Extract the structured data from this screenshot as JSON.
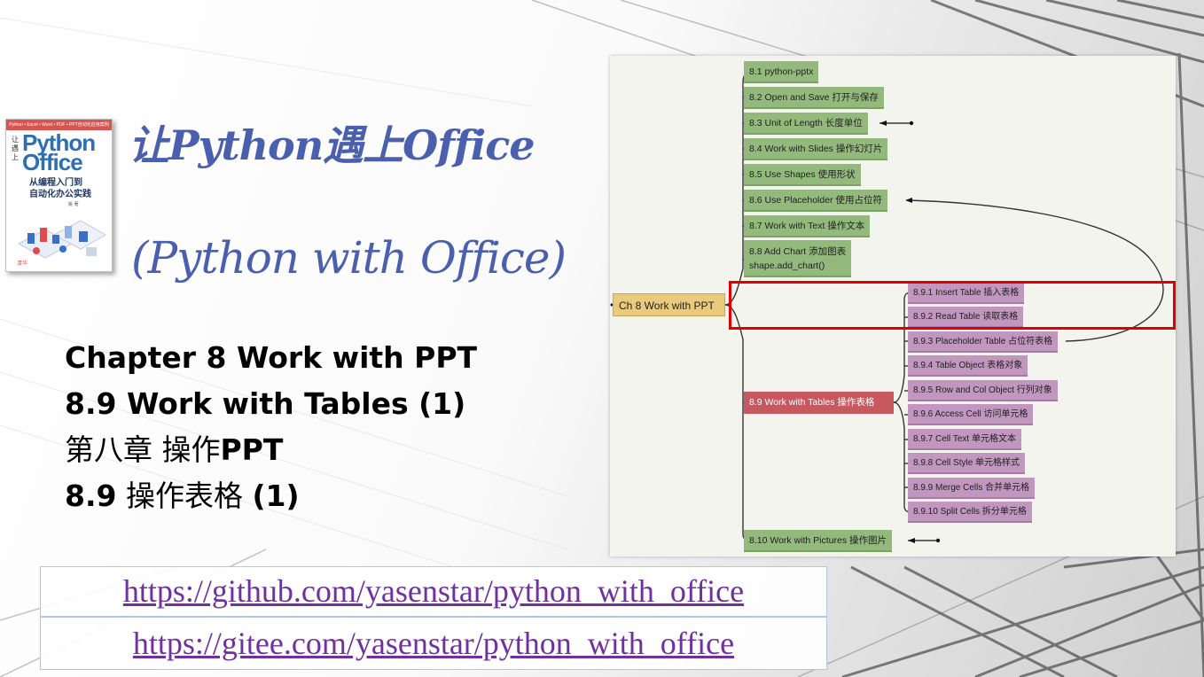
{
  "book": {
    "band": "Python • Excel • Word • PDF • PPT自动化应用案例",
    "side": "让 遇 上",
    "title_line1": "Python",
    "title_line2": "Office",
    "subtitle_line1": "从编程入门到",
    "subtitle_line2": "自动化办公实践",
    "author": "姚 著"
  },
  "title": {
    "cn": "让Python遇上Office",
    "en": "(Python with Office)"
  },
  "chapter": {
    "line1": "Chapter 8 Work with PPT",
    "line2": "8.9 Work with Tables (1)",
    "line3_prefix": "第八章 操作",
    "line3_bold": "PPT",
    "line4_prefix": "8.9",
    "line4_text": " 操作表格 ",
    "line4_suffix": "(1)"
  },
  "links": {
    "github": "https://github.com/yasenstar/python_with_office",
    "gitee": "https://gitee.com/yasenstar/python_with_office"
  },
  "mindmap": {
    "root": "Ch 8 Work with PPT",
    "sections": [
      "8.1 python-pptx",
      "8.2 Open and Save 打开与保存",
      "8.3 Unit of Length 长度单位",
      "8.4 Work with Slides 操作幻灯片",
      "8.5 Use Shapes 使用形状",
      "8.6 Use Placeholder 使用占位符",
      "8.7 Work with Text 操作文本",
      "8.8 Add Chart 添加图表",
      "8.10 Work with Pictures 操作图片"
    ],
    "section_8_8_extra": "shape.add_chart()",
    "tables_section": "8.9 Work with Tables 操作表格",
    "table_items": [
      "8.9.1 Insert Table 插入表格",
      "8.9.2 Read Table 读取表格",
      "8.9.3 Placeholder Table 占位符表格",
      "8.9.4 Table Object 表格对象",
      "8.9.5 Row and Col Object 行列对象",
      "8.9.6 Access Cell 访问单元格",
      "8.9.7 Cell Text 单元格文本",
      "8.9.8 Cell Style 单元格样式",
      "8.9.9 Merge Cells 合并单元格",
      "8.9.10 Split Cells 拆分单元格"
    ]
  }
}
